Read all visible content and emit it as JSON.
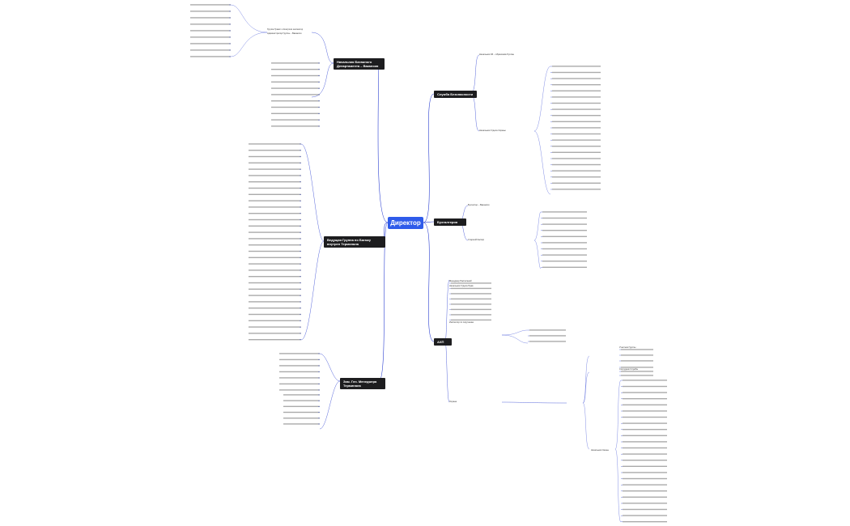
{
  "root": {
    "label": "Директор"
  },
  "branches": {
    "head_dept": "Начальник Багажного Департамента – Вакансия",
    "security": "Служба Безопасности",
    "accounting": "Бухгалтерия",
    "deputy": "Зам. Ген. Менеджера Терминала",
    "ahp": "АХП",
    "dept_group": "Ведущая Группа по Багажу внутрен Терминала"
  },
  "misc": {
    "head_sub1": "Группа Тревог и Контроля инспектор",
    "head_sub2": "Администратор Группы – Вакансия",
    "sec_sub1": "Начальник СБ – Абрахимов Руслан",
    "sec_sub2": "Начальник Отдела Охраны",
    "acc_sub1": "Бухгалтер – Вакансия",
    "acc_sub2": "Старший Кассир",
    "ahp_b1": "Менеджер Расписаний",
    "ahp_b2": "Начальник Отдела Прав",
    "ahp_b3": "Инспектор по поручению",
    "ahp_b4": "Охрана"
  },
  "nodes_text": [
    "Участник Группы",
    "Сотрудник Службы",
    "Начальник Смены"
  ]
}
